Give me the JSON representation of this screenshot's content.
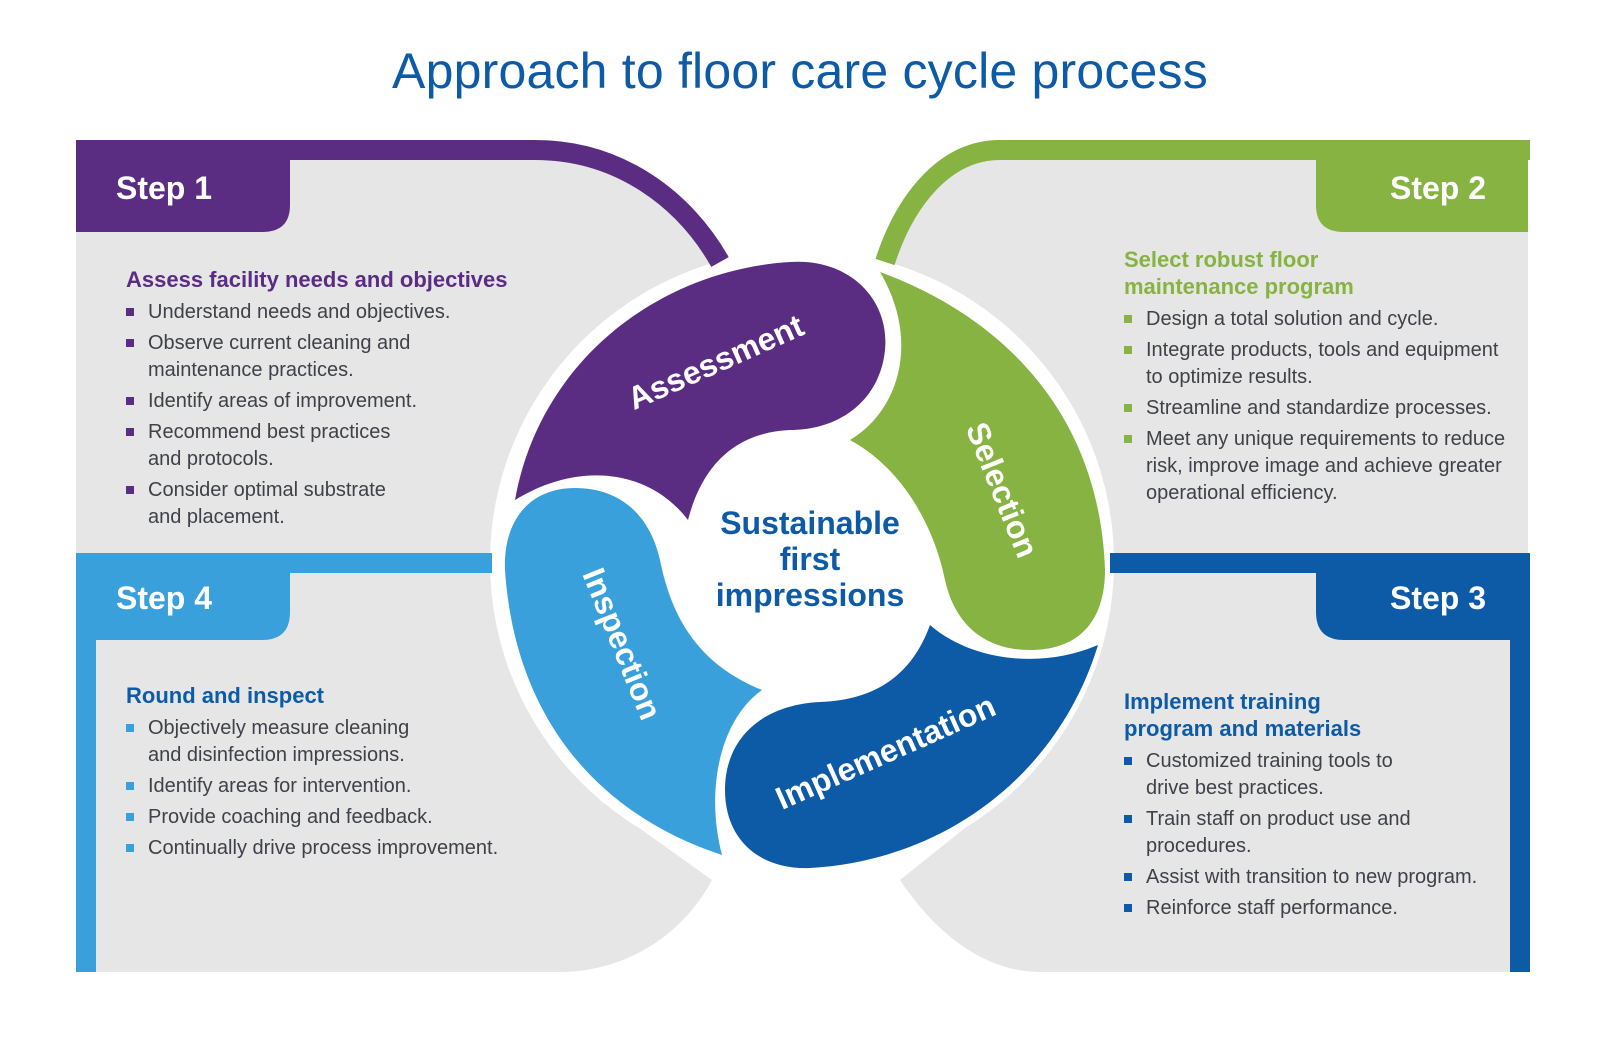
{
  "title": "Approach to floor care cycle process",
  "colors": {
    "purple": "#5a2d82",
    "green": "#86b342",
    "dark_blue": "#0d5aa7",
    "light_blue": "#3aa0dc",
    "panel_gray": "#e6e6e7",
    "text_gray": "#3f4148"
  },
  "center": {
    "line1": "Sustainable",
    "line2": "first",
    "line3": "impressions"
  },
  "cycle": {
    "assessment": "Assessment",
    "selection": "Selection",
    "implementation": "Implementation",
    "inspection": "Inspection"
  },
  "steps": [
    {
      "label": "Step 1",
      "heading": "Assess facility needs and objectives",
      "bullets": [
        "Understand needs and objectives.",
        "Observe current cleaning and maintenance practices.",
        "Identify areas of improvement.",
        "Recommend best practices and protocols.",
        "Consider optimal substrate and placement."
      ]
    },
    {
      "label": "Step 2",
      "heading": "Select robust floor maintenance program",
      "bullets": [
        "Design a total solution and cycle.",
        "Integrate products, tools and equipment to optimize results.",
        "Streamline and standardize processes.",
        "Meet any unique requirements to reduce risk, improve image and achieve greater operational efficiency."
      ]
    },
    {
      "label": "Step 3",
      "heading": "Implement training program and materials",
      "bullets": [
        "Customized training tools to drive best practices.",
        "Train staff on product use and procedures.",
        "Assist with transition to new program.",
        "Reinforce staff performance."
      ]
    },
    {
      "label": "Step 4",
      "heading": "Round and inspect",
      "bullets": [
        "Objectively measure cleaning and disinfection impressions.",
        "Identify areas for intervention.",
        "Provide coaching and feedback.",
        "Continually drive process improvement."
      ]
    }
  ]
}
